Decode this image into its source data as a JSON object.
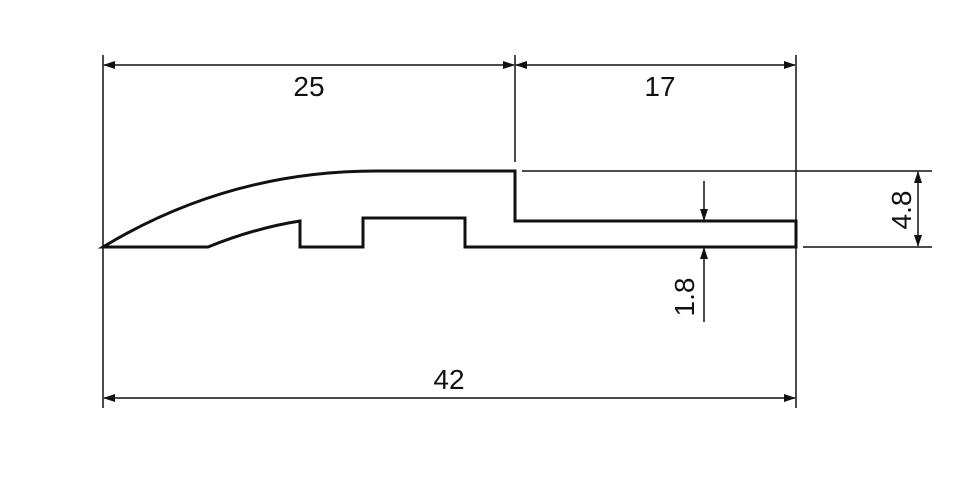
{
  "dimensions": {
    "width_left": "25",
    "width_right": "17",
    "height_total": "4.8",
    "thickness": "1.8",
    "width_total": "42"
  },
  "colors": {
    "line": "#111111",
    "background": "#ffffff"
  }
}
